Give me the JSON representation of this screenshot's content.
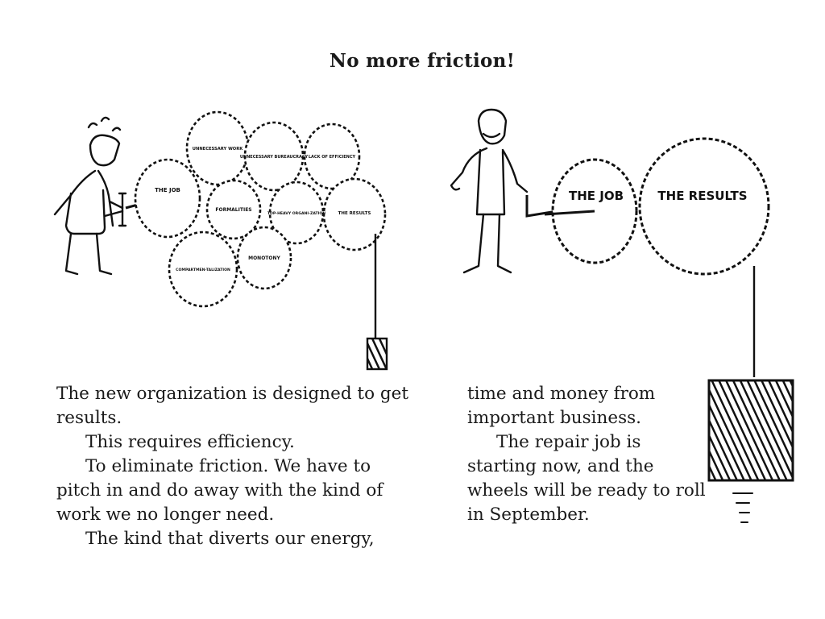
{
  "title": "No more friction!",
  "left_illustration": {
    "gears": [
      "THE JOB",
      "UNNECESSARY WORK",
      "UNNECESSARY BUREAUCRACY",
      "LACK OF EFFICIENCY",
      "FORMALITIES",
      "TOP-HEAVY ORGANI-ZATION",
      "THE RESULTS",
      "COMPARTMEN-TALIZATION",
      "MONOTONY"
    ]
  },
  "right_illustration": {
    "gears": [
      "THE JOB",
      "THE RESULTS"
    ]
  },
  "text": {
    "left": [
      {
        "text": "The new organization is designed to get results.",
        "indent": false
      },
      {
        "text": "This requires efficiency.",
        "indent": true
      },
      {
        "text": "To eliminate friction. We have to pitch in and do away with the kind of work we no longer need.",
        "indent": true
      },
      {
        "text": "The kind that diverts our energy,",
        "indent": true
      }
    ],
    "right": [
      {
        "text": "time and money from important business.",
        "indent": false
      },
      {
        "text": "The repair job is starting now, and the wheels will be ready to roll in September.",
        "indent": true
      }
    ]
  }
}
